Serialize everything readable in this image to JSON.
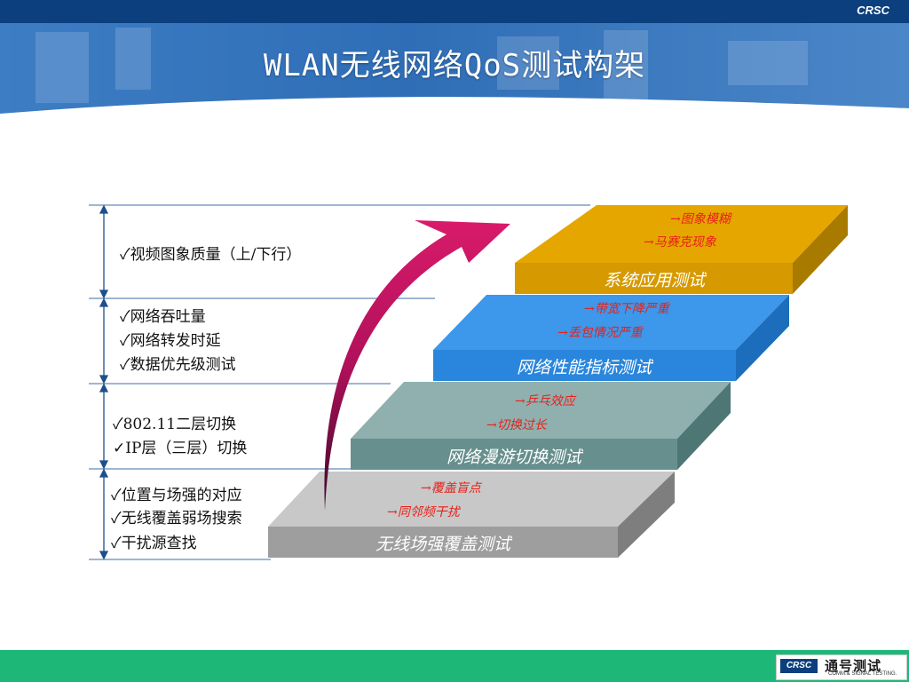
{
  "header": {
    "brand": "CRSC",
    "title": "WLAN无线网络QoS测试构架"
  },
  "left_groups": [
    {
      "items": [
        "✓视频图象质量（上/下行）"
      ]
    },
    {
      "items": [
        "✓网络吞吐量",
        "✓网络转发时延",
        "✓数据优先级测试"
      ]
    },
    {
      "items": [
        "✓802.11二层切换",
        "✓IP层（三层）切换"
      ]
    },
    {
      "items": [
        "✓位置与场强的对应",
        "✓无线覆盖弱场搜索",
        "✓干扰源查找"
      ]
    }
  ],
  "steps": [
    {
      "label": "系统应用测试",
      "color": "#e3a200",
      "notes": [
        "→图象模糊",
        "→马赛克现象"
      ]
    },
    {
      "label": "网络性能指标测试",
      "color": "#2b8ee5",
      "notes": [
        "→带宽下降严重",
        "→丢包情况严重"
      ]
    },
    {
      "label": "网络漫游切换测试",
      "color": "#6f9a98",
      "notes": [
        "→乒乓效应",
        "→切换过长"
      ]
    },
    {
      "label": "无线场强覆盖测试",
      "color": "#a3a3a3",
      "notes": [
        "→覆盖盲点",
        "→同邻频干扰"
      ]
    }
  ],
  "footer": {
    "logo_mark": "CRSC",
    "logo_cn": "通号测试",
    "logo_en": "COMM.& SIGNAL TESTING."
  }
}
